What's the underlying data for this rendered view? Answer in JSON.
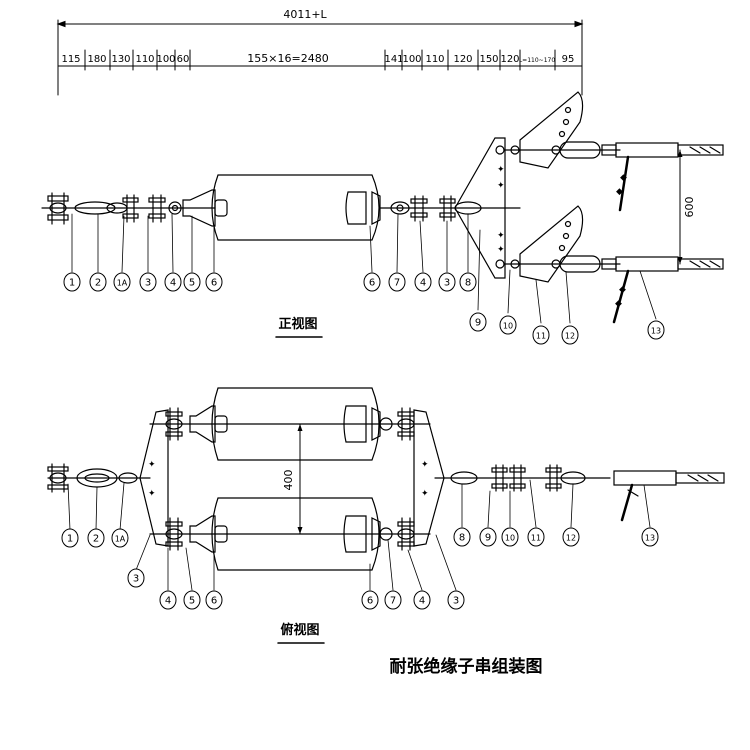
{
  "diagram": {
    "title": "耐张绝缘子串组装图",
    "front_view_label": "正视图",
    "top_view_label": "俯视图",
    "total_length": "4011+L",
    "dimensions": [
      "115",
      "180",
      "130",
      "110",
      "100",
      "60",
      "155×16=2480",
      "141",
      "100",
      "110",
      "120",
      "150",
      "120",
      "L=110~170",
      "95"
    ],
    "spacing_front": "600",
    "spacing_top": "400",
    "front_parts": [
      "1",
      "2",
      "1A",
      "3",
      "4",
      "5",
      "6",
      "6",
      "7",
      "4",
      "3",
      "8",
      "9",
      "10",
      "11",
      "12",
      "13"
    ],
    "top_parts": [
      "1",
      "2",
      "1A",
      "3",
      "4",
      "5",
      "6",
      "6",
      "7",
      "4",
      "3",
      "8",
      "9",
      "10",
      "11",
      "12",
      "13"
    ]
  }
}
